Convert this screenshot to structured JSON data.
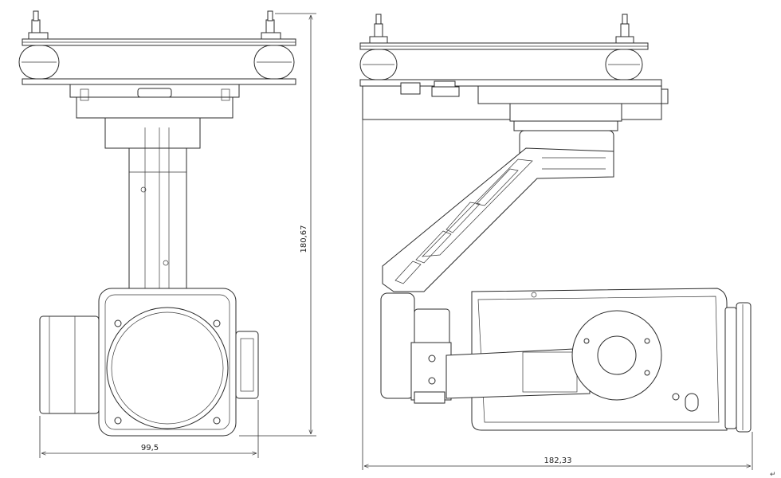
{
  "front_view": {
    "width_dimension": "99,5",
    "height_dimension": "180,67"
  },
  "side_view": {
    "depth_dimension": "182,33"
  },
  "corner_mark": "↵"
}
